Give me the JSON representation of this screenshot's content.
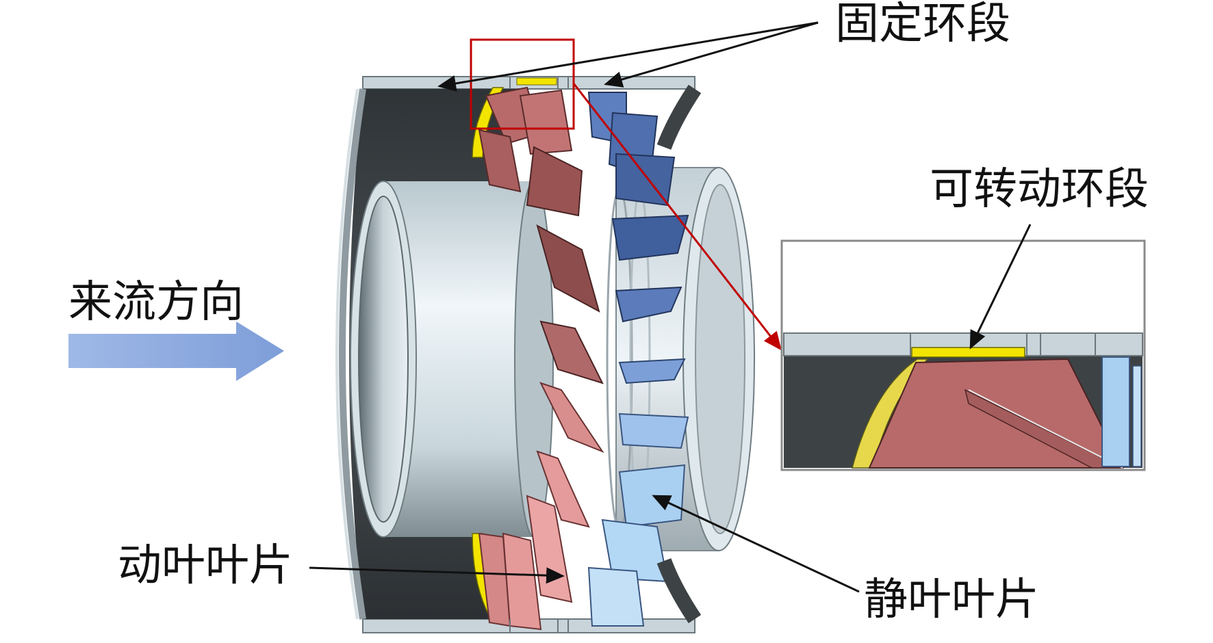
{
  "labels": {
    "fixed_ring": "固定环段",
    "rotatable_ring": "可转动环段",
    "inflow_direction": "来流方向",
    "rotor_blade": "动叶叶片",
    "stator_blade": "静叶叶片"
  },
  "colors": {
    "background": "#ffffff",
    "casing_dark": "#3d4245",
    "casing_light": "#c9d4da",
    "hub_light": "#dde7ec",
    "hub_shadow": "#8a969c",
    "rotor_blade": "#b86a6a",
    "rotor_blade_dark": "#8e4d4d",
    "rotor_blade_light": "#eba5a5",
    "stator_blade": "#5e7fbf",
    "stator_blade_dark": "#3f5f9d",
    "stator_blade_light": "#a9d0f0",
    "ring_highlight": "#f3e400",
    "callout_box": "#c00000",
    "arrow_flow": "#8aa9e0",
    "leader_line": "#111111"
  }
}
